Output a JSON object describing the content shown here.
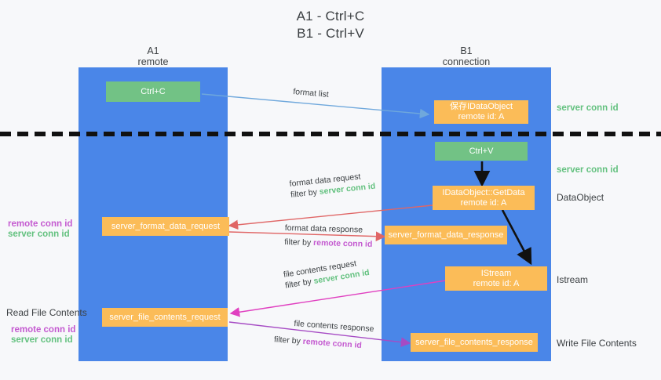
{
  "diagram": {
    "title_line1": "A1 - Ctrl+C",
    "title_line2": "B1 - Ctrl+V",
    "background_color": "#f7f8fa",
    "lane_color": "#4a86e8",
    "box_orange": "#fbbc58",
    "box_green": "#72c285",
    "color_remote_conn": "#c45ad0",
    "color_server_conn": "#63c17f"
  },
  "lanes": [
    {
      "name": "A1",
      "sublabel": "remote"
    },
    {
      "name": "B1",
      "sublabel": "connection"
    }
  ],
  "nodes": {
    "ctrl_c": "Ctrl+C",
    "ctrl_v": "Ctrl+V",
    "idataobject_line1": "保存IDataObject",
    "idataobject_line2": "remote id: A",
    "getdata_line1": "IDataObject::GetData",
    "getdata_line2": "remote id: A",
    "istream_line1": "IStream",
    "istream_line2": "remote id: A",
    "server_format_data_request": "server_format_data_request",
    "server_format_data_response": "server_format_data_response",
    "server_file_contents_request": "server_file_contents_request",
    "server_file_contents_response": "server_file_contents_response"
  },
  "edges": {
    "format_list": "format list",
    "format_data_request": "format data request",
    "format_data_request_filter_prefix": "filter by ",
    "format_data_request_filter_key": "server conn id",
    "format_data_response": "format data response",
    "format_data_response_filter_prefix": "filter by ",
    "format_data_response_filter_key": "remote conn id",
    "file_contents_request": "file contents request",
    "file_contents_request_filter_prefix": "filter by ",
    "file_contents_request_filter_key": "server conn id",
    "file_contents_response": "file contents response",
    "file_contents_response_filter_prefix": "filter by ",
    "file_contents_response_filter_key": "remote conn id"
  },
  "right_labels": {
    "server_conn_id_top": "server conn id",
    "server_conn_id_mid": "server conn id",
    "dataobject": "DataObject",
    "istream": "Istream",
    "write_file_contents": "Write File Contents"
  },
  "left_labels": {
    "remote_conn_id_mid": "remote conn id",
    "server_conn_id_mid": "server conn id",
    "read_file_contents": "Read File Contents",
    "remote_conn_id_bottom": "remote conn id",
    "server_conn_id_bottom": "server conn id"
  }
}
